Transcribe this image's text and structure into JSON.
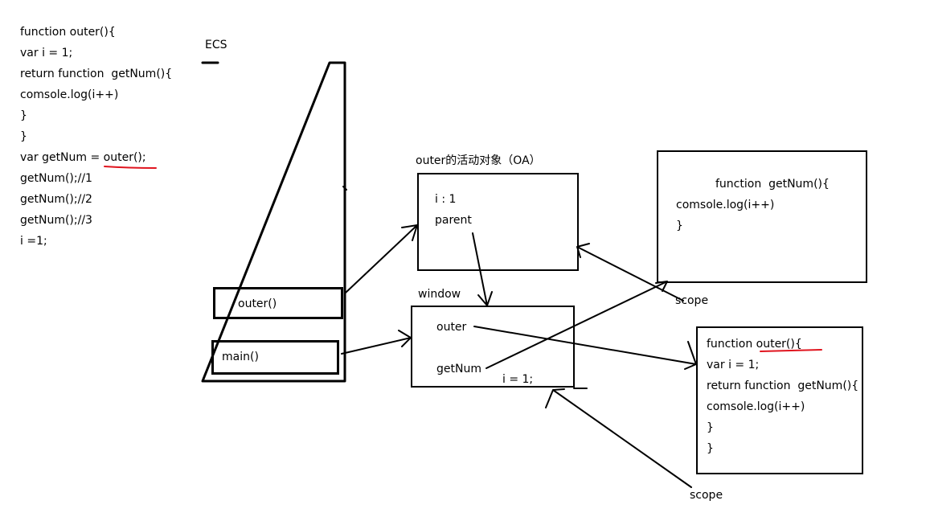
{
  "code_left": {
    "lines": [
      "function outer(){",
      "var i = 1;",
      "return function  getNum(){",
      "comsole.log(i++)",
      "}",
      "}",
      "var getNum = outer();",
      "getNum();//1",
      "getNum();//2",
      "getNum();//3",
      "i =1;"
    ]
  },
  "ecs": {
    "title": "ECS",
    "frame_outer": "outer()",
    "frame_main": "main()"
  },
  "outer_ao": {
    "title": "outer的活动对象（OA）",
    "var_i": "i : 1",
    "parent": "parent"
  },
  "window": {
    "title": "window",
    "outer": "outer",
    "getnum": "getNum",
    "i_assign": "i = 1;"
  },
  "getnum_func": {
    "lines": [
      "function  getNum(){",
      "comsole.log(i++)",
      "}"
    ],
    "scope_label": "scope"
  },
  "outer_func": {
    "lines": [
      "function outer(){",
      "var i = 1;",
      "return function  getNum(){",
      "comsole.log(i++)",
      "}",
      "}"
    ],
    "scope_label": "scope"
  },
  "colors": {
    "ink": "#000000",
    "underline": "#e0141e"
  }
}
